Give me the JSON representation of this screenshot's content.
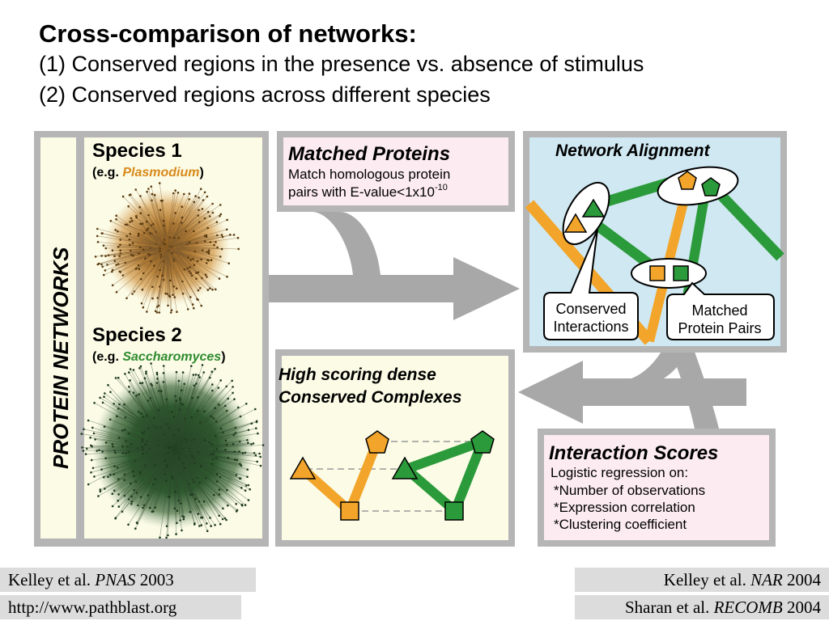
{
  "title": "Cross-comparison of networks:",
  "subtitle_1": "(1) Conserved regions in the presence vs. absence of stimulus",
  "subtitle_2": "(2) Conserved regions across different species",
  "networks": {
    "side_label": "PROTEIN NETWORKS",
    "species1": {
      "heading": "Species 1",
      "eg_prefix": "(e.g. ",
      "name": "Plasmodium",
      "eg_suffix": ")",
      "color": "#d98a1a"
    },
    "species2": {
      "heading": "Species 2",
      "eg_prefix": "(e.g. ",
      "name": "Saccharomyces",
      "eg_suffix": ")",
      "color": "#2e8b2e"
    }
  },
  "matched": {
    "title": "Matched Proteins",
    "line1": "Match homologous protein",
    "line2": "pairs with E-value<1x10",
    "exponent": "-10"
  },
  "alignment": {
    "title": "Network Alignment",
    "callout_left_1": "Conserved",
    "callout_left_2": "Interactions",
    "callout_right_1": "Matched",
    "callout_right_2": "Protein Pairs"
  },
  "complexes": {
    "line1": "High scoring dense",
    "line2": "Conserved Complexes"
  },
  "scores": {
    "title": "Interaction Scores",
    "line1": "Logistic regression on:",
    "line2": "*Number of observations",
    "line3": "*Expression correlation",
    "line4": "*Clustering coefficient"
  },
  "refs": {
    "left1": {
      "pre": "Kelley et al. ",
      "journal": "PNAS",
      "year": " 2003"
    },
    "left2": {
      "text": "http://www.pathblast.org"
    },
    "right1": {
      "pre": "Kelley et al. ",
      "journal": "NAR",
      "year": " 2004"
    },
    "right2": {
      "pre": "Sharan et al. ",
      "journal": "RECOMB",
      "year": " 2004"
    }
  },
  "colors": {
    "orange": "#f2a52a",
    "green": "#2b9a3a",
    "dark_green": "#1f6e2b",
    "panel_grey": "#b5b5b5",
    "pink": "#fcecf2",
    "light_blue": "#cfe8f2",
    "cream": "#fbfbe6"
  }
}
